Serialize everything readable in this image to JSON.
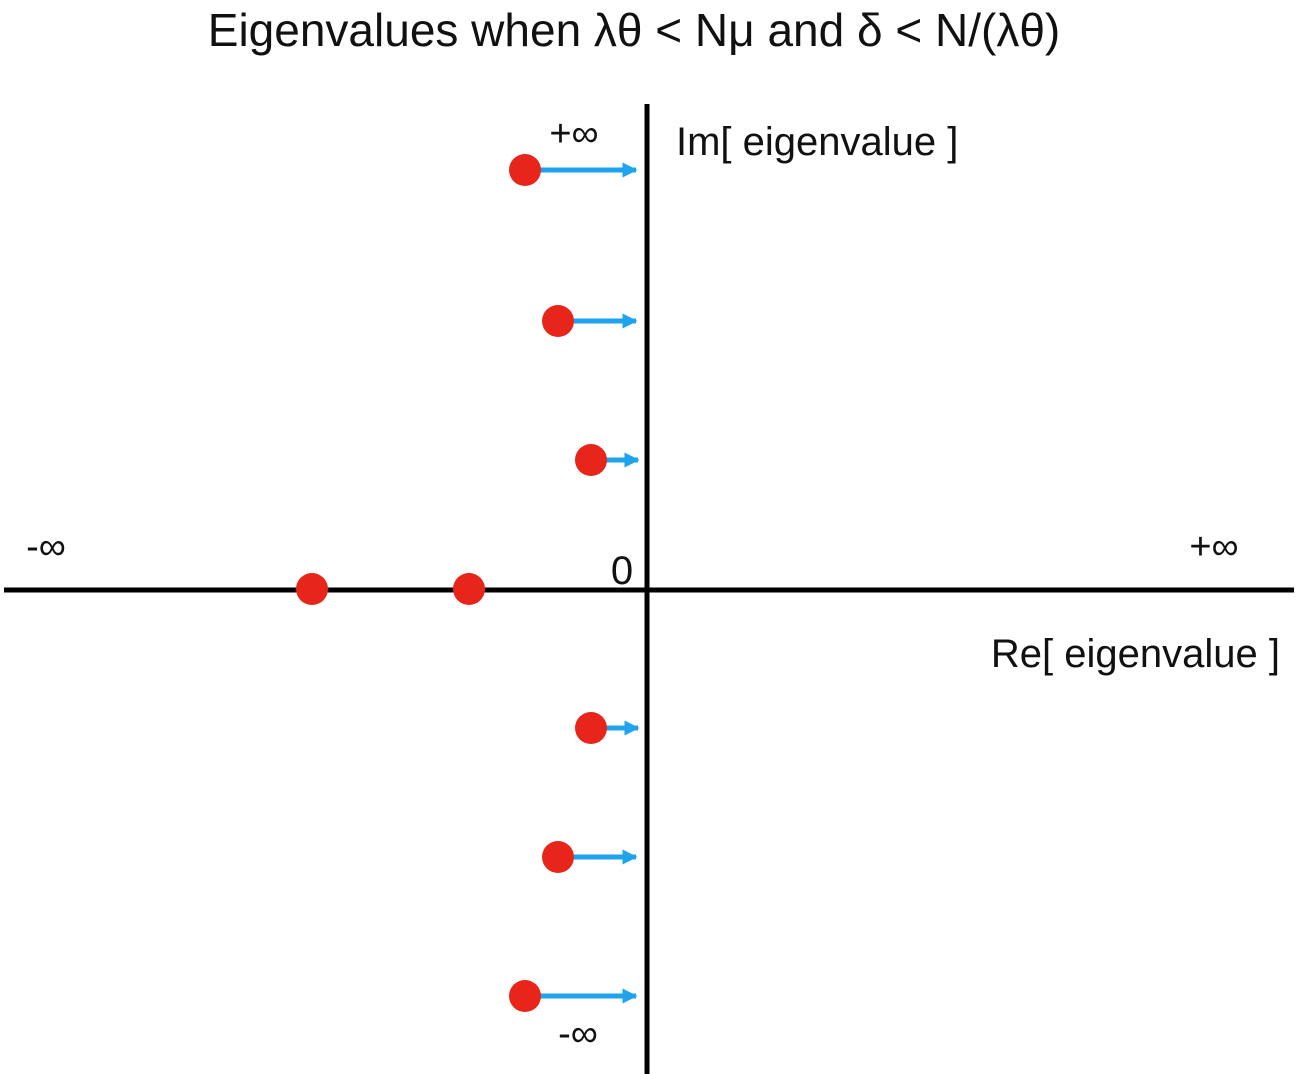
{
  "title": "Eigenvalues when  λθ < Nμ  and  δ < N/(λθ)",
  "axes": {
    "imaginary_label": "Im[ eigenvalue ]",
    "real_label": "Re[ eigenvalue ]",
    "origin_label": "0",
    "im_positive_infinity": "+∞",
    "im_negative_infinity": "-∞",
    "re_negative_infinity": "-∞",
    "re_positive_infinity": "+∞"
  },
  "colors": {
    "axis": "#000000",
    "eigenvalue_point": "#e8251a",
    "shift_arrow": "#1fa3ec"
  },
  "eigenvalues": {
    "complex_shifting_right": 6,
    "real_axis": 2
  }
}
